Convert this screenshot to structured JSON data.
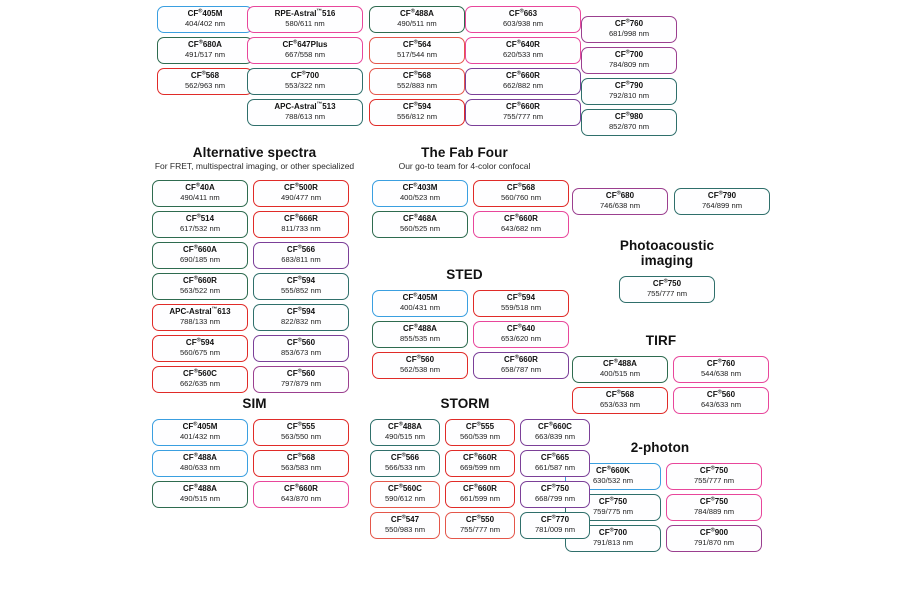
{
  "meta": {
    "brand_mark": "®",
    "tm_mark": "™",
    "unit": "nm"
  },
  "palette": {
    "blue": "#3a9fe0",
    "green": "#2e6b4f",
    "red": "#e02b28",
    "pink": "#e8469b",
    "magenta": "#d6379c",
    "purple": "#7b3f98",
    "teal": "#2f6f6b",
    "salmon": "#e4564a",
    "plum": "#9b3f8f",
    "darkgreen": "#1f5c3d"
  },
  "sections": [
    {
      "id": "top-col-1",
      "title": "",
      "subtitle": "",
      "columns": [
        {
          "chips": [
            {
              "name": "CF",
              "sup": "®",
              "suffix": "405M",
              "wl": "404/402 nm",
              "color": "#3a9fe0"
            },
            {
              "name": "CF",
              "sup": "®",
              "suffix": "680A",
              "wl": "491/517 nm",
              "color": "#2e6b4f"
            },
            {
              "name": "CF",
              "sup": "®",
              "suffix": "568",
              "wl": "562/963 nm",
              "color": "#e02b28"
            }
          ]
        }
      ]
    },
    {
      "id": "top-col-2",
      "columns": [
        {
          "chips": [
            {
              "name": "RPE-Astral",
              "sup": "™",
              "suffix": "516",
              "wl": "580/611 nm",
              "color": "#e8469b"
            },
            {
              "name": "CF",
              "sup": "®",
              "suffix": "647Plus",
              "wl": "667/558 nm",
              "color": "#e8469b"
            },
            {
              "name": "CF",
              "sup": "®",
              "suffix": "700",
              "wl": "553/322 nm",
              "color": "#2f6f6b"
            },
            {
              "name": "APC-Astral",
              "sup": "™",
              "suffix": "513",
              "wl": "788/613 nm",
              "color": "#2f6f6b"
            }
          ]
        }
      ]
    },
    {
      "id": "top-col-3",
      "columns": [
        {
          "chips": [
            {
              "name": "CF",
              "sup": "®",
              "suffix": "488A",
              "wl": "490/511 nm",
              "color": "#2e6b4f"
            },
            {
              "name": "CF",
              "sup": "®",
              "suffix": "564",
              "wl": "517/544 nm",
              "color": "#e4564a"
            },
            {
              "name": "CF",
              "sup": "®",
              "suffix": "568",
              "wl": "552/883 nm",
              "color": "#e4564a"
            },
            {
              "name": "CF",
              "sup": "®",
              "suffix": "594",
              "wl": "556/812 nm",
              "color": "#e02b28"
            }
          ]
        }
      ]
    },
    {
      "id": "top-col-4",
      "columns": [
        {
          "chips": [
            {
              "name": "CF",
              "sup": "®",
              "suffix": "663",
              "wl": "603/938 nm",
              "color": "#e8469b"
            },
            {
              "name": "CF",
              "sup": "®",
              "suffix": "640R",
              "wl": "620/533 nm",
              "color": "#e8469b"
            },
            {
              "name": "CF",
              "sup": "®",
              "suffix": "660R",
              "wl": "662/882 nm",
              "color": "#7b3f98"
            },
            {
              "name": "CF",
              "sup": "®",
              "suffix": "660R",
              "wl": "755/777 nm",
              "color": "#7b3f98"
            }
          ]
        }
      ]
    },
    {
      "id": "top-col-5",
      "columns": [
        {
          "chips": [
            {
              "name": "CF",
              "sup": "®",
              "suffix": "760",
              "wl": "681/998 nm",
              "color": "#9b3f8f"
            },
            {
              "name": "CF",
              "sup": "®",
              "suffix": "700",
              "wl": "784/809 nm",
              "color": "#9b3f8f"
            },
            {
              "name": "CF",
              "sup": "®",
              "suffix": "790",
              "wl": "792/810 nm",
              "color": "#2f6f6b"
            },
            {
              "name": "CF",
              "sup": "®",
              "suffix": "980",
              "wl": "852/870 nm",
              "color": "#2f6f6b"
            }
          ]
        }
      ]
    },
    {
      "id": "alternative-spectra",
      "title": "Alternative spectra",
      "subtitle": "For FRET, multispectral imaging, or other specialized",
      "columns": [
        {
          "chips": [
            {
              "name": "CF",
              "sup": "®",
              "suffix": "40A",
              "wl": "490/411 nm",
              "color": "#2e6b4f"
            },
            {
              "name": "CF",
              "sup": "®",
              "suffix": "514",
              "wl": "617/532 nm",
              "color": "#2e6b4f"
            },
            {
              "name": "CF",
              "sup": "®",
              "suffix": "660A",
              "wl": "690/185 nm",
              "color": "#2e6b4f"
            },
            {
              "name": "CF",
              "sup": "®",
              "suffix": "660R",
              "wl": "563/522 nm",
              "color": "#2e6b4f"
            },
            {
              "name": "APC-Astral",
              "sup": "™",
              "suffix": "613",
              "wl": "788/133 nm",
              "color": "#e02b28"
            },
            {
              "name": "CF",
              "sup": "®",
              "suffix": "594",
              "wl": "560/675 nm",
              "color": "#e02b28"
            },
            {
              "name": "CF",
              "sup": "®",
              "suffix": "560C",
              "wl": "662/635 nm",
              "color": "#e02b28"
            }
          ]
        },
        {
          "chips": [
            {
              "name": "CF",
              "sup": "®",
              "suffix": "500R",
              "wl": "490/477 nm",
              "color": "#e02b28"
            },
            {
              "name": "CF",
              "sup": "®",
              "suffix": "666R",
              "wl": "811/733 nm",
              "color": "#e02b28"
            },
            {
              "name": "CF",
              "sup": "®",
              "suffix": "566",
              "wl": "683/811 nm",
              "color": "#7b3f98"
            },
            {
              "name": "CF",
              "sup": "®",
              "suffix": "594",
              "wl": "555/852 nm",
              "color": "#2f6f6b"
            },
            {
              "name": "CF",
              "sup": "®",
              "suffix": "594",
              "wl": "822/832 nm",
              "color": "#2f6f6b"
            },
            {
              "name": "CF",
              "sup": "®",
              "suffix": "560",
              "wl": "853/673 nm",
              "color": "#7b3f98"
            },
            {
              "name": "CF",
              "sup": "®",
              "suffix": "560",
              "wl": "797/879 nm",
              "color": "#9b3f8f"
            }
          ]
        }
      ]
    },
    {
      "id": "fab-four",
      "title": "The Fab Four",
      "subtitle": "Our go-to team for 4-color confocal",
      "columns": [
        {
          "chips": [
            {
              "name": "CF",
              "sup": "®",
              "suffix": "403M",
              "wl": "400/523 nm",
              "color": "#3a9fe0"
            },
            {
              "name": "CF",
              "sup": "®",
              "suffix": "468A",
              "wl": "560/525 nm",
              "color": "#2e6b4f"
            }
          ]
        },
        {
          "chips": [
            {
              "name": "CF",
              "sup": "®",
              "suffix": "568",
              "wl": "560/760 nm",
              "color": "#e02b28"
            },
            {
              "name": "CF",
              "sup": "®",
              "suffix": "660R",
              "wl": "643/682 nm",
              "color": "#e8469b"
            }
          ]
        }
      ]
    },
    {
      "id": "sted",
      "title": "STED",
      "subtitle": "",
      "columns": [
        {
          "chips": [
            {
              "name": "CF",
              "sup": "®",
              "suffix": "405M",
              "wl": "400/431 nm",
              "color": "#3a9fe0"
            },
            {
              "name": "CF",
              "sup": "®",
              "suffix": "488A",
              "wl": "855/535 nm",
              "color": "#2e6b4f"
            },
            {
              "name": "CF",
              "sup": "®",
              "suffix": "560",
              "wl": "562/538 nm",
              "color": "#e02b28"
            }
          ]
        },
        {
          "chips": [
            {
              "name": "CF",
              "sup": "®",
              "suffix": "594",
              "wl": "559/518 nm",
              "color": "#e02b28"
            },
            {
              "name": "CF",
              "sup": "®",
              "suffix": "640",
              "wl": "653/620 nm",
              "color": "#e8469b"
            },
            {
              "name": "CF",
              "sup": "®",
              "suffix": "660R",
              "wl": "658/787 nm",
              "color": "#7b3f98"
            }
          ]
        }
      ]
    },
    {
      "id": "right-top",
      "columns": [
        {
          "chips": [
            {
              "name": "CF",
              "sup": "®",
              "suffix": "680",
              "wl": "746/638 nm",
              "color": "#9b3f8f"
            }
          ]
        },
        {
          "chips": [
            {
              "name": "CF",
              "sup": "®",
              "suffix": "790",
              "wl": "764/899 nm",
              "color": "#2f6f6b"
            }
          ]
        }
      ]
    },
    {
      "id": "photoacoustic",
      "title": "Photoacoustic\nimaging",
      "subtitle": "",
      "columns": [
        {
          "chips": [
            {
              "name": "CF",
              "sup": "®",
              "suffix": "750",
              "wl": "755/777 nm",
              "color": "#2f6f6b"
            }
          ]
        }
      ]
    },
    {
      "id": "tirf",
      "title": "TIRF",
      "subtitle": "",
      "columns": [
        {
          "chips": [
            {
              "name": "CF",
              "sup": "®",
              "suffix": "488A",
              "wl": "400/515 nm",
              "color": "#2e6b4f"
            },
            {
              "name": "CF",
              "sup": "®",
              "suffix": "568",
              "wl": "653/633 nm",
              "color": "#e02b28"
            }
          ]
        },
        {
          "chips": [
            {
              "name": "CF",
              "sup": "®",
              "suffix": "760",
              "wl": "544/638 nm",
              "color": "#e8469b"
            },
            {
              "name": "CF",
              "sup": "®",
              "suffix": "560",
              "wl": "643/633 nm",
              "color": "#e8469b"
            }
          ]
        }
      ]
    },
    {
      "id": "two-photon",
      "title": "2-photon",
      "subtitle": "",
      "columns": [
        {
          "chips": [
            {
              "name": "CF",
              "sup": "®",
              "suffix": "660K",
              "wl": "630/532 nm",
              "color": "#3a9fe0"
            },
            {
              "name": "CF",
              "sup": "®",
              "suffix": "750",
              "wl": "759/775 nm",
              "color": "#2f6f6b"
            },
            {
              "name": "CF",
              "sup": "®",
              "suffix": "700",
              "wl": "791/813 nm",
              "color": "#2f6f6b"
            }
          ]
        },
        {
          "chips": [
            {
              "name": "CF",
              "sup": "®",
              "suffix": "750",
              "wl": "755/777 nm",
              "color": "#e8469b"
            },
            {
              "name": "CF",
              "sup": "®",
              "suffix": "750",
              "wl": "784/889 nm",
              "color": "#e8469b"
            },
            {
              "name": "CF",
              "sup": "®",
              "suffix": "900",
              "wl": "791/870 nm",
              "color": "#9b3f8f"
            }
          ]
        }
      ]
    },
    {
      "id": "sim",
      "title": "SIM",
      "subtitle": "",
      "columns": [
        {
          "chips": [
            {
              "name": "CF",
              "sup": "®",
              "suffix": "405M",
              "wl": "401/432 nm",
              "color": "#3a9fe0"
            },
            {
              "name": "CF",
              "sup": "®",
              "suffix": "488A",
              "wl": "480/633 nm",
              "color": "#3a9fe0"
            },
            {
              "name": "CF",
              "sup": "®",
              "suffix": "488A",
              "wl": "490/515 nm",
              "color": "#2e6b4f"
            }
          ]
        },
        {
          "chips": [
            {
              "name": "CF",
              "sup": "®",
              "suffix": "555",
              "wl": "563/550 nm",
              "color": "#e02b28"
            },
            {
              "name": "CF",
              "sup": "®",
              "suffix": "568",
              "wl": "563/583 nm",
              "color": "#e02b28"
            },
            {
              "name": "CF",
              "sup": "®",
              "suffix": "660R",
              "wl": "643/870 nm",
              "color": "#e8469b"
            }
          ]
        }
      ]
    },
    {
      "id": "storm",
      "title": "STORM",
      "subtitle": "",
      "columns": [
        {
          "chips": [
            {
              "name": "CF",
              "sup": "®",
              "suffix": "488A",
              "wl": "490/515 nm",
              "color": "#2f6f6b"
            },
            {
              "name": "CF",
              "sup": "®",
              "suffix": "566",
              "wl": "566/533 nm",
              "color": "#2f6f6b"
            },
            {
              "name": "CF",
              "sup": "®",
              "suffix": "560C",
              "wl": "590/612 nm",
              "color": "#e4564a"
            },
            {
              "name": "CF",
              "sup": "®",
              "suffix": "547",
              "wl": "550/983 nm",
              "color": "#e4564a"
            }
          ]
        },
        {
          "chips": [
            {
              "name": "CF",
              "sup": "®",
              "suffix": "555",
              "wl": "560/539 nm",
              "color": "#e02b28"
            },
            {
              "name": "CF",
              "sup": "®",
              "suffix": "660R",
              "wl": "669/599 nm",
              "color": "#e02b28"
            },
            {
              "name": "CF",
              "sup": "®",
              "suffix": "660R",
              "wl": "661/599 nm",
              "color": "#e02b28"
            },
            {
              "name": "CF",
              "sup": "®",
              "suffix": "550",
              "wl": "755/777 nm",
              "color": "#e4564a"
            }
          ]
        },
        {
          "chips": [
            {
              "name": "CF",
              "sup": "®",
              "suffix": "660C",
              "wl": "663/839 nm",
              "color": "#7b3f98"
            },
            {
              "name": "CF",
              "sup": "®",
              "suffix": "665",
              "wl": "661/587 nm",
              "color": "#7b3f98"
            },
            {
              "name": "CF",
              "sup": "®",
              "suffix": "750",
              "wl": "668/799 nm",
              "color": "#7b3f98"
            },
            {
              "name": "CF",
              "sup": "®",
              "suffix": "770",
              "wl": "781/009 nm",
              "color": "#2f6f6b"
            }
          ]
        }
      ]
    }
  ]
}
